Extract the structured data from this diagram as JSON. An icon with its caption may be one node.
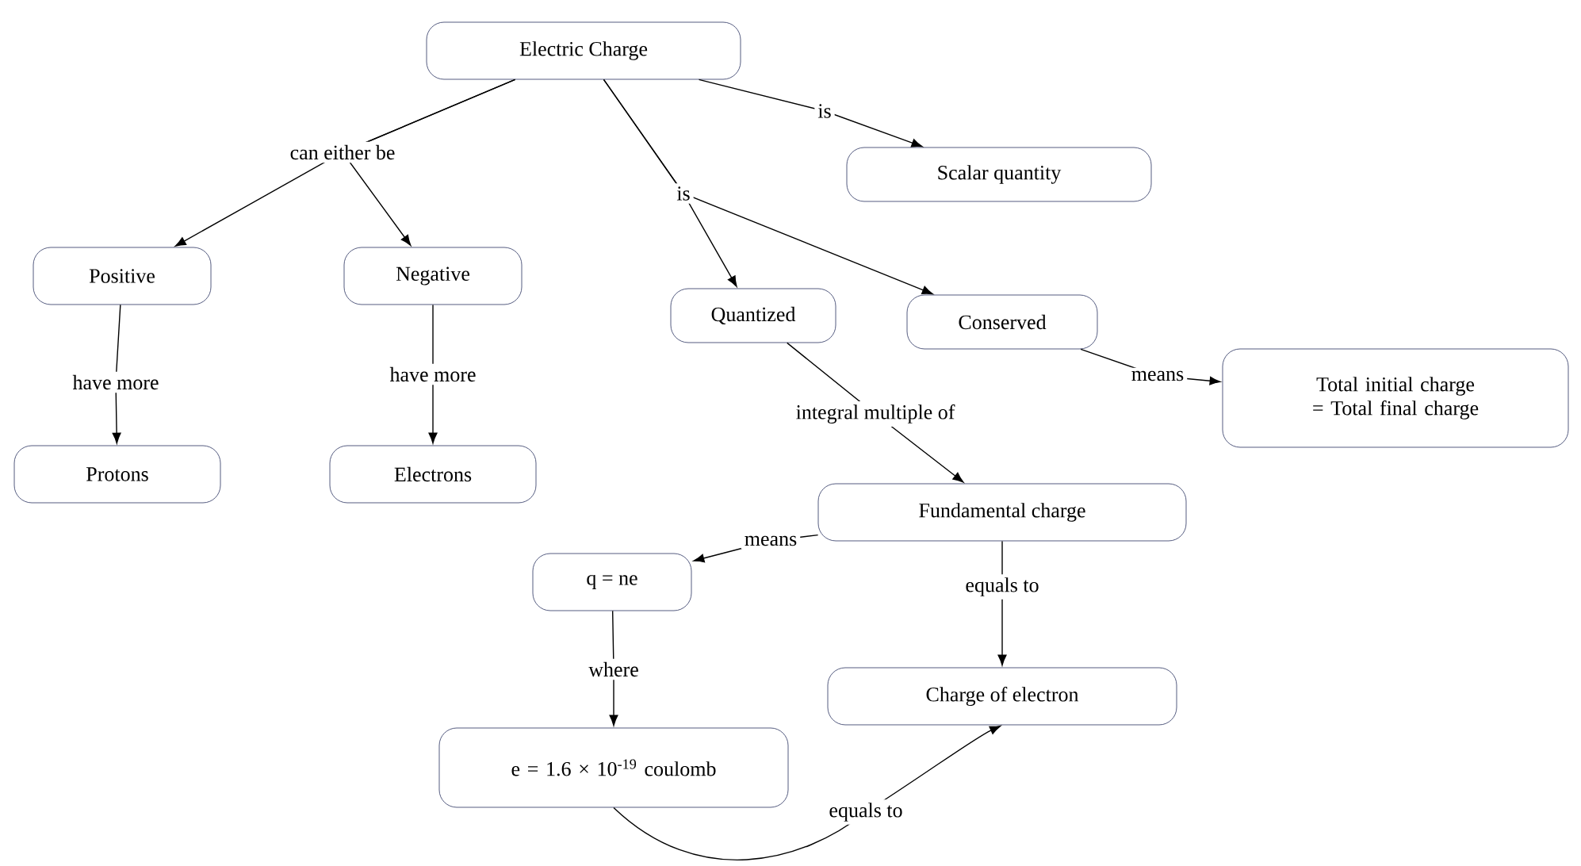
{
  "diagram": {
    "nodes": [
      {
        "text": [
          "Electric Charge"
        ]
      },
      {
        "text": [
          "Scalar quantity"
        ]
      },
      {
        "text": [
          "Positive"
        ]
      },
      {
        "text": [
          "Negative"
        ]
      },
      {
        "text": [
          "Quantized"
        ]
      },
      {
        "text": [
          "Conserved"
        ]
      },
      {
        "text": [
          "Total initial charge = Total final charge"
        ]
      },
      {
        "text": [
          "Protons"
        ]
      },
      {
        "text": [
          "Electrons"
        ]
      },
      {
        "text": [
          "Fundamental charge"
        ]
      },
      {
        "text": [
          "q = ne"
        ]
      },
      {
        "text": [
          "Charge of electron"
        ]
      },
      {
        "text": [
          "e = 1.6 × 10$^{-19}$ coulomb"
        ]
      }
    ],
    "edges": [
      {
        "from": 0,
        "to": 2,
        "arrow": "to",
        "label": "can either be"
      },
      {
        "from": 0,
        "to": 3,
        "arrow": "to"
      },
      {
        "from": 0,
        "to": 1,
        "arrow": "to",
        "label": "is"
      },
      {
        "from": 0,
        "to": 4,
        "arrow": "to",
        "label": "is"
      },
      {
        "from": 0,
        "to": 5,
        "arrow": "to"
      },
      {
        "from": 2,
        "to": 7,
        "arrow": "to",
        "label": "have more"
      },
      {
        "from": 3,
        "to": 8,
        "arrow": "to",
        "label": "have more"
      },
      {
        "from": 4,
        "to": 9,
        "arrow": "to",
        "label": "integral multiple of"
      },
      {
        "from": 5,
        "to": 6,
        "arrow": "to",
        "label": "means"
      },
      {
        "from": 9,
        "to": 10,
        "arrow": "to",
        "label": "means"
      },
      {
        "from": 9,
        "to": 11,
        "arrow": "to",
        "label": "equals to"
      },
      {
        "from": 10,
        "to": 12,
        "arrow": "to",
        "label": "where"
      },
      {
        "from": 12,
        "to": 11,
        "arrow": "to",
        "label": "equals to"
      }
    ]
  }
}
